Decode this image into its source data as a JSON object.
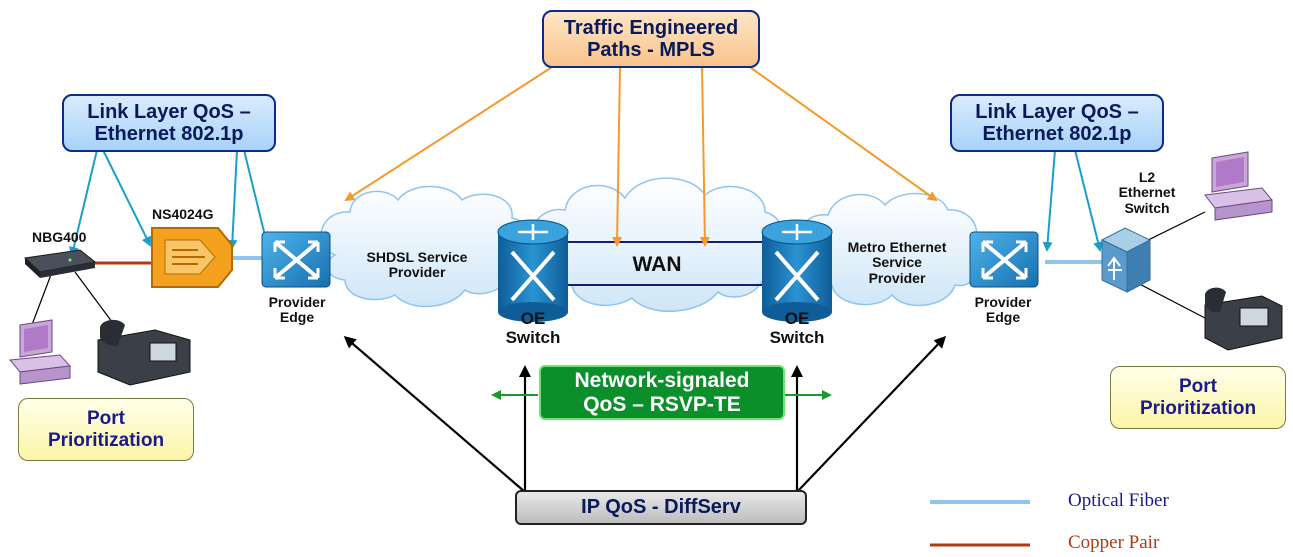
{
  "mpls_box": {
    "line1": "Traffic Engineered",
    "line2": "Paths - MPLS"
  },
  "left_qos_box": {
    "line1": "Link Layer QoS –",
    "line2": "Ethernet 802.1p"
  },
  "right_qos_box": {
    "line1": "Link Layer QoS –",
    "line2": "Ethernet 802.1p"
  },
  "left_port_box": {
    "line1": "Port",
    "line2": "Prioritization"
  },
  "right_port_box": {
    "line1": "Port",
    "line2": "Prioritization"
  },
  "rsvp_box": {
    "line1": "Network-signaled",
    "line2": "QoS – RSVP-TE"
  },
  "diffserv_box": {
    "label": "IP QoS - DiffServ"
  },
  "devices": {
    "nbg400": "NBG400",
    "ns4024g": "NS4024G",
    "left_pe": {
      "line1": "Provider",
      "line2": "Edge"
    },
    "right_pe": {
      "line1": "Provider",
      "line2": "Edge"
    },
    "left_oe": {
      "line1": "OE",
      "line2": "Switch"
    },
    "right_oe": {
      "line1": "OE",
      "line2": "Switch"
    },
    "l2_switch": {
      "line1": "L2",
      "line2": "Ethernet",
      "line3": "Switch"
    }
  },
  "clouds": {
    "shdsl": {
      "line1": "SHDSL Service",
      "line2": "Provider"
    },
    "wan": "WAN",
    "metro": {
      "line1": "Metro Ethernet",
      "line2": "Service",
      "line3": "Provider"
    }
  },
  "legend": {
    "fiber_label": "Optical Fiber",
    "fiber_color": "#8fc4ec",
    "copper_label": "Copper Pair",
    "copper_color": "#b03a12",
    "fiber_text_color": "#1a1a8a",
    "copper_text_color": "#b03a12"
  },
  "colors": {
    "mpls_arrow": "#f39a2a",
    "qos_arrow": "#1aa0c8",
    "diffserv_arrow": "#000000",
    "rsvp_arrow": "#1a9a2a",
    "switch_blue": "#1f86c8"
  }
}
